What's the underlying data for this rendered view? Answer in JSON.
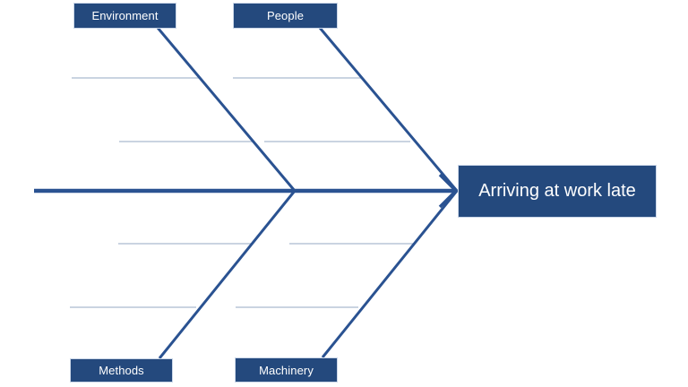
{
  "diagram": {
    "type": "fishbone-cause-effect",
    "effect_label": "Arriving at work late",
    "categories": [
      {
        "label": "Environment",
        "position": "top-left",
        "sub_branch_count": 2
      },
      {
        "label": "People",
        "position": "top-right",
        "sub_branch_count": 2
      },
      {
        "label": "Methods",
        "position": "bottom-left",
        "sub_branch_count": 2
      },
      {
        "label": "Machinery",
        "position": "bottom-right",
        "sub_branch_count": 2
      }
    ],
    "colors": {
      "shape_fill": "#24497D",
      "bone_stroke": "#2A5291",
      "sub_branch_stroke": "#B9C5D7",
      "label_text": "#FFFFFF",
      "background": "#FFFFFF"
    }
  }
}
